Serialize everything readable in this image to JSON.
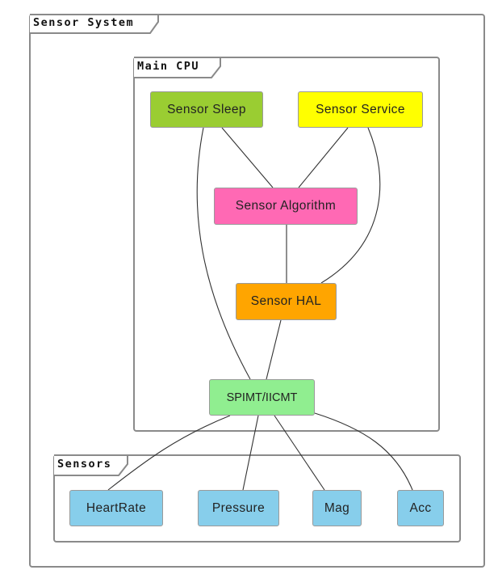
{
  "packages": {
    "system": {
      "label": "Sensor System"
    },
    "cpu": {
      "label": "Main CPU"
    },
    "sensors": {
      "label": "Sensors"
    }
  },
  "nodes": {
    "sleep": {
      "label": "Sensor Sleep",
      "color": "#9ACD32"
    },
    "service": {
      "label": "Sensor Service",
      "color": "#FFFF00"
    },
    "algorithm": {
      "label": "Sensor Algorithm",
      "color": "#FF69B4"
    },
    "hal": {
      "label": "Sensor HAL",
      "color": "#FFA500"
    },
    "bus": {
      "label": "SPIMT/IICMT",
      "color": "#90EE90"
    },
    "heartrate": {
      "label": "HeartRate",
      "color": "#87CEEB"
    },
    "pressure": {
      "label": "Pressure",
      "color": "#87CEEB"
    },
    "mag": {
      "label": "Mag",
      "color": "#87CEEB"
    },
    "acc": {
      "label": "Acc",
      "color": "#87CEEB"
    }
  },
  "edges": [
    {
      "from": "sleep",
      "to": "algorithm"
    },
    {
      "from": "service",
      "to": "algorithm"
    },
    {
      "from": "algorithm",
      "to": "hal"
    },
    {
      "from": "service",
      "to": "hal"
    },
    {
      "from": "sleep",
      "to": "bus"
    },
    {
      "from": "hal",
      "to": "bus"
    },
    {
      "from": "bus",
      "to": "heartrate"
    },
    {
      "from": "bus",
      "to": "pressure"
    },
    {
      "from": "bus",
      "to": "mag"
    },
    {
      "from": "bus",
      "to": "acc"
    }
  ]
}
